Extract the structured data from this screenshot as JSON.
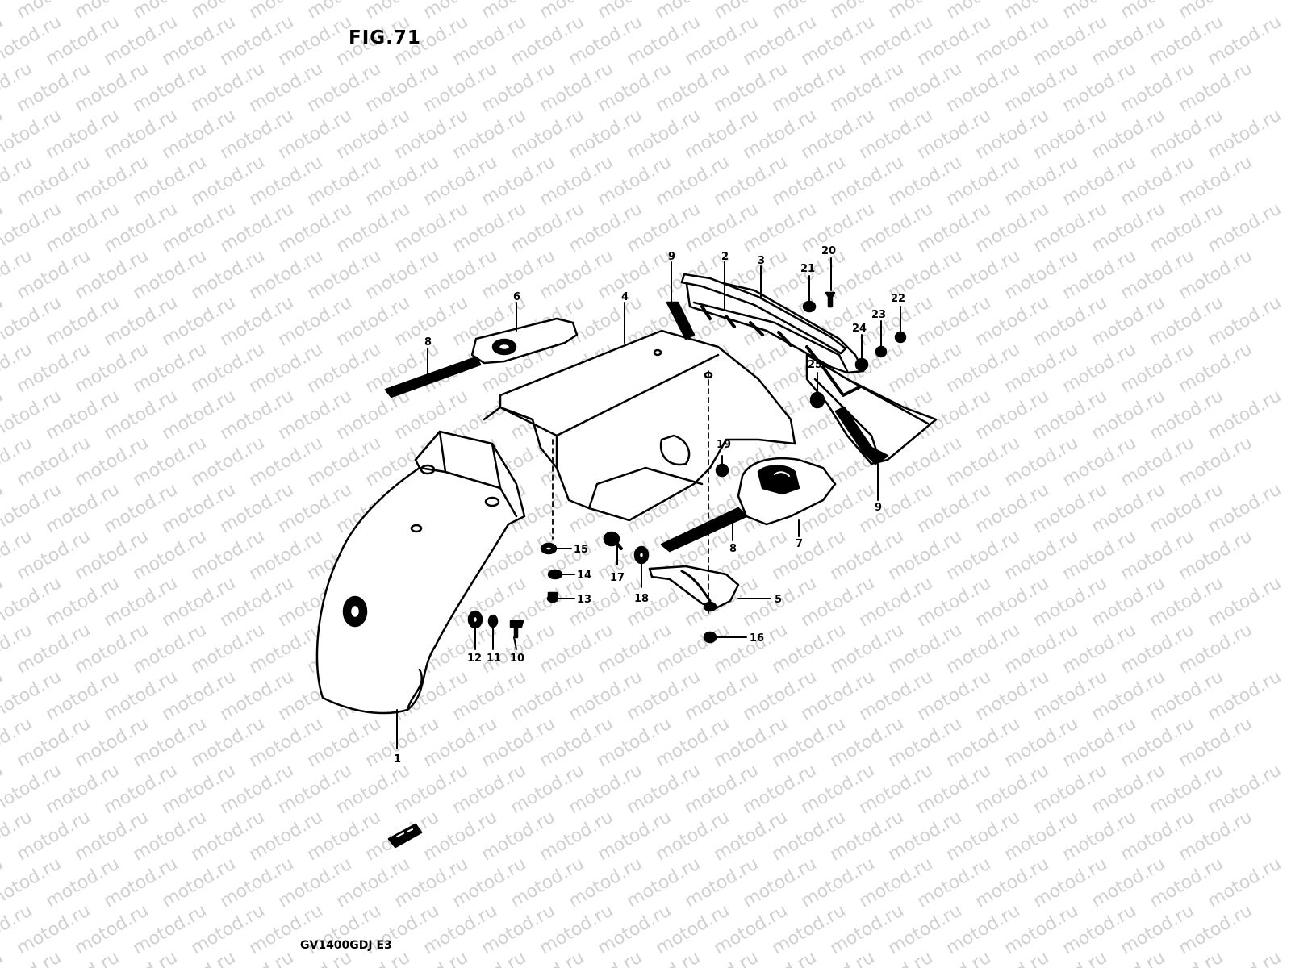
{
  "figure_title": "FIG.71",
  "model_code": "GV1400GDJ  E3",
  "watermark_text": "motod.ru",
  "colors": {
    "ink": "#000000",
    "paper": "#ffffff",
    "watermark": "#d0d0d0"
  },
  "callouts": [
    {
      "id": "1",
      "label": "1"
    },
    {
      "id": "2",
      "label": "2"
    },
    {
      "id": "3",
      "label": "3"
    },
    {
      "id": "4",
      "label": "4"
    },
    {
      "id": "5",
      "label": "5"
    },
    {
      "id": "6",
      "label": "6"
    },
    {
      "id": "7",
      "label": "7"
    },
    {
      "id": "8a",
      "label": "8"
    },
    {
      "id": "8b",
      "label": "8"
    },
    {
      "id": "9a",
      "label": "9"
    },
    {
      "id": "9b",
      "label": "9"
    },
    {
      "id": "10",
      "label": "10"
    },
    {
      "id": "11",
      "label": "11"
    },
    {
      "id": "12",
      "label": "12"
    },
    {
      "id": "13",
      "label": "13"
    },
    {
      "id": "14",
      "label": "14"
    },
    {
      "id": "15",
      "label": "15"
    },
    {
      "id": "16",
      "label": "16"
    },
    {
      "id": "17",
      "label": "17"
    },
    {
      "id": "18",
      "label": "18"
    },
    {
      "id": "19",
      "label": "19"
    },
    {
      "id": "20",
      "label": "20"
    },
    {
      "id": "21",
      "label": "21"
    },
    {
      "id": "22",
      "label": "22"
    },
    {
      "id": "23",
      "label": "23"
    },
    {
      "id": "24",
      "label": "24"
    },
    {
      "id": "25",
      "label": "25"
    }
  ]
}
